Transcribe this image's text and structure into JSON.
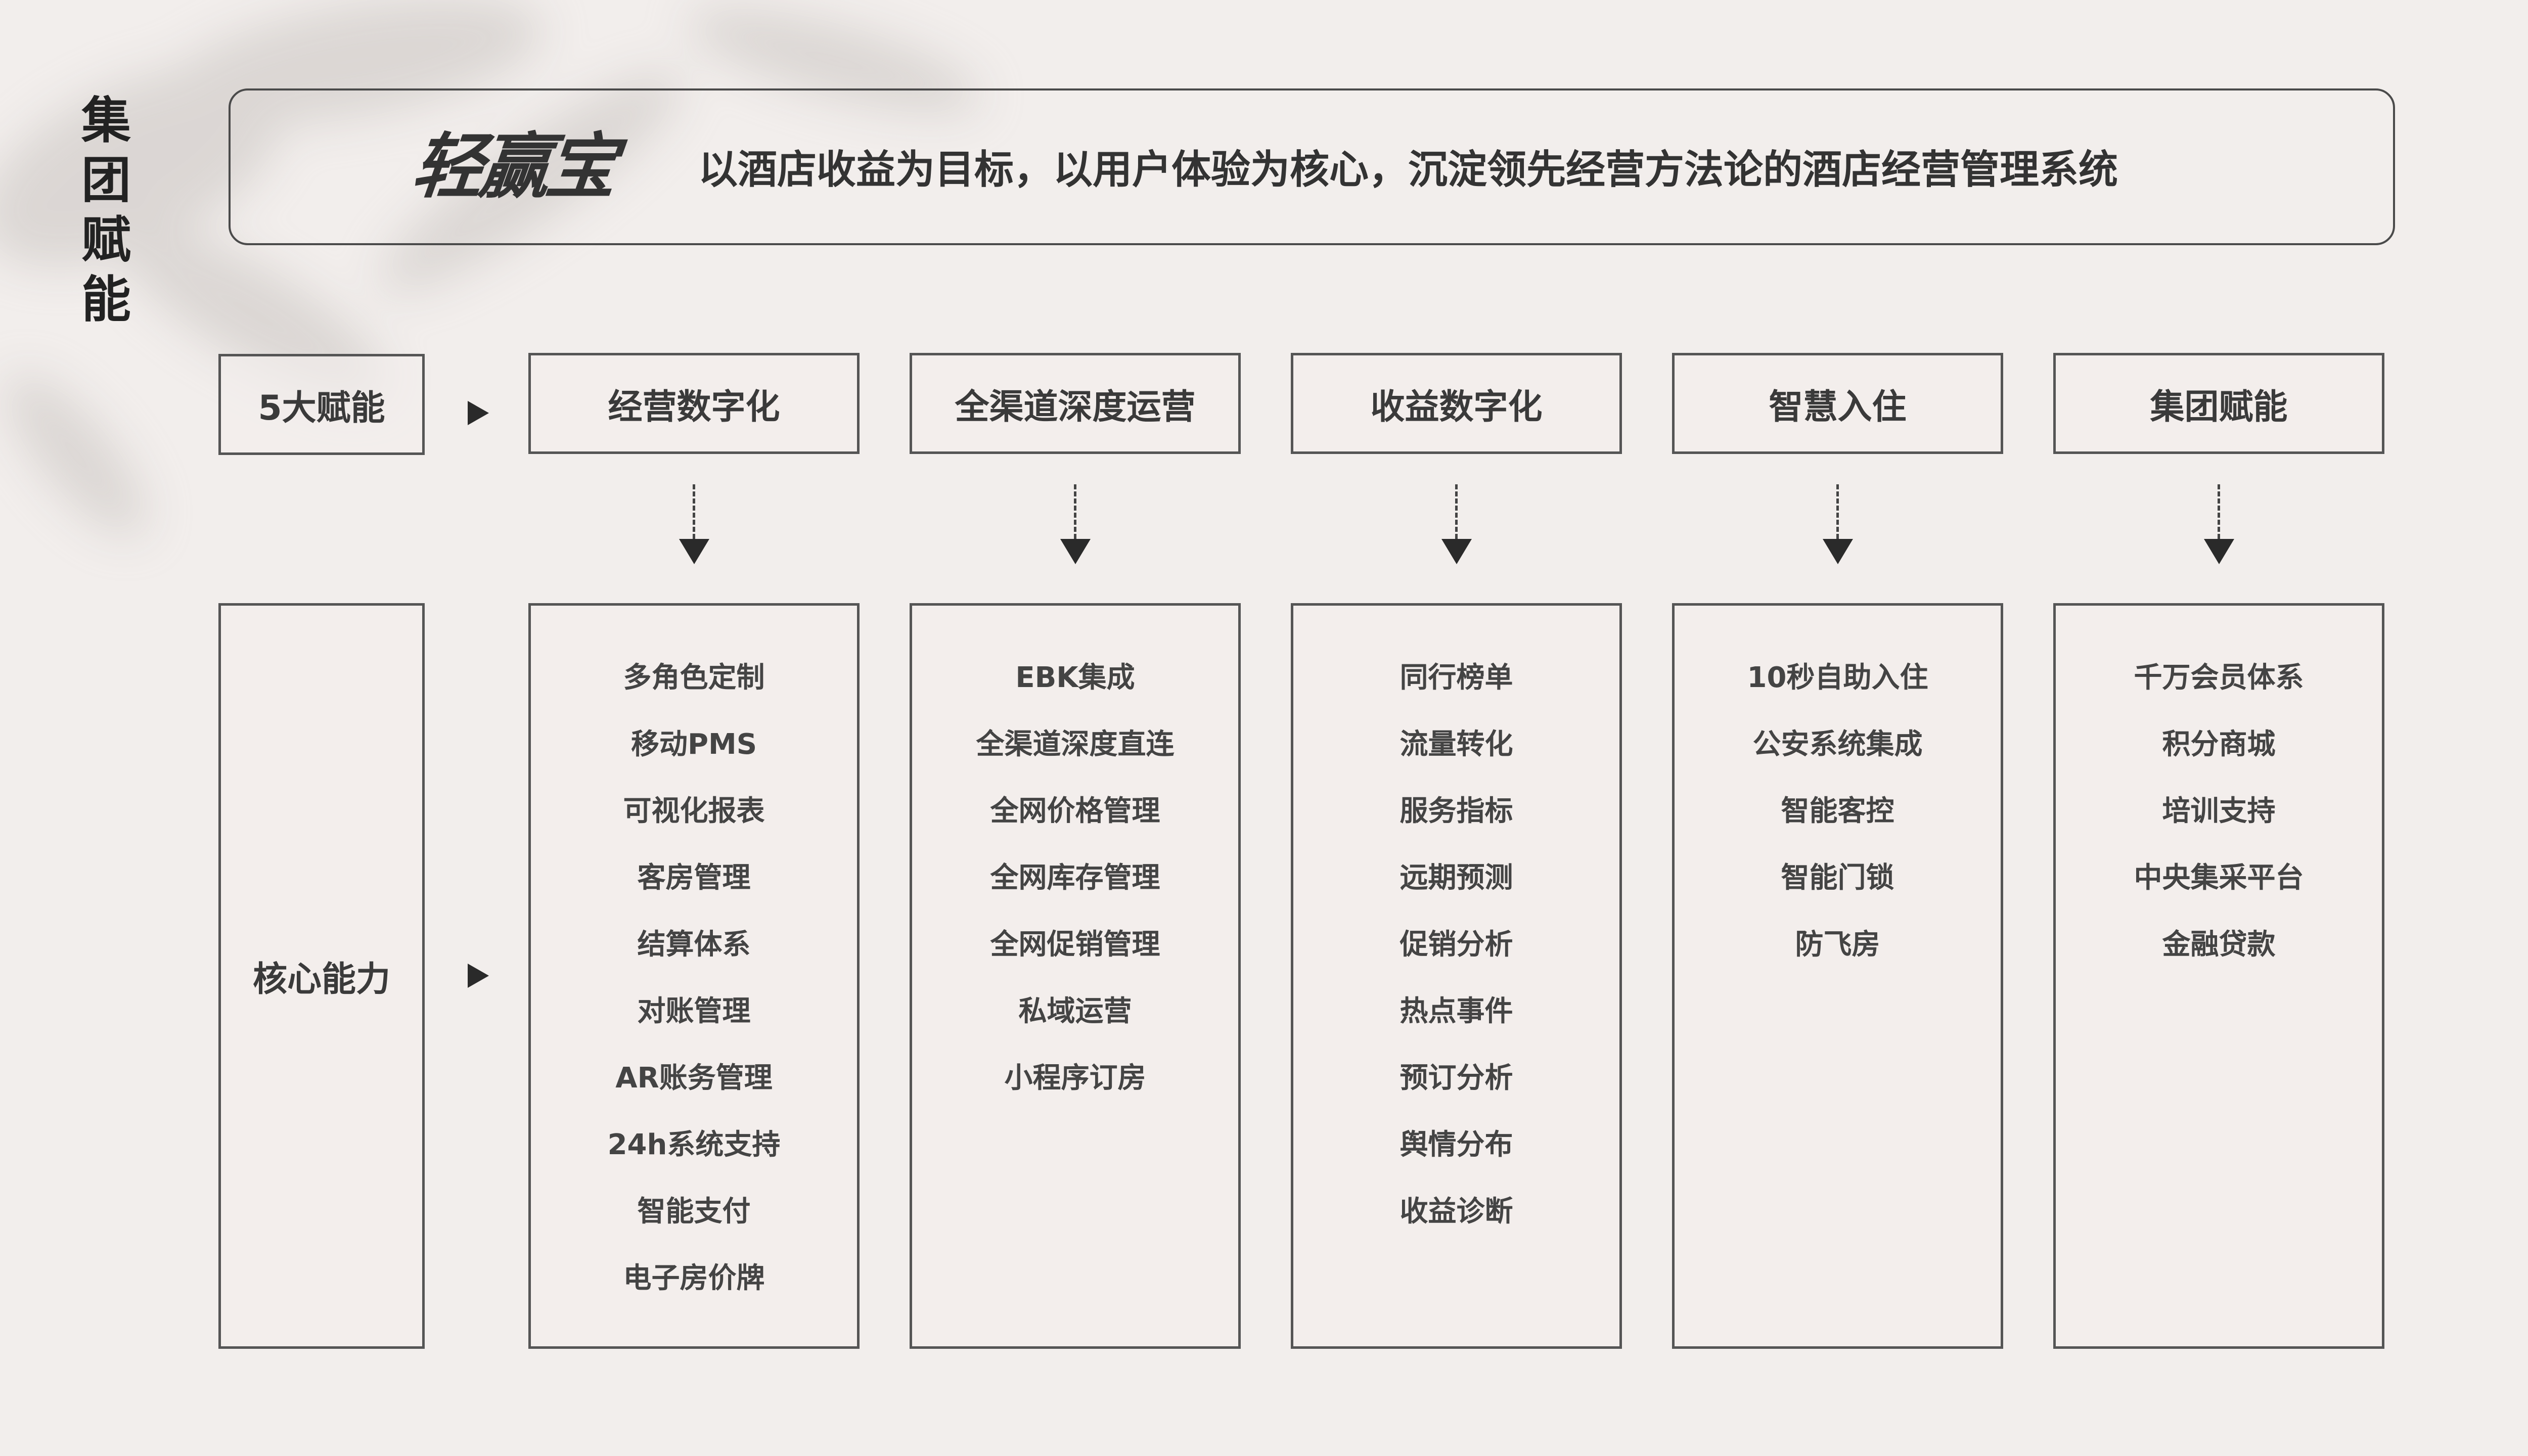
{
  "side_title": [
    "集",
    "团",
    "赋",
    "能"
  ],
  "banner": {
    "logo": "轻赢宝",
    "tagline": "以酒店收益为目标，以用户体验为核心，沉淀领先经营方法论的酒店经营管理系统"
  },
  "rows": {
    "top_label": "5大赋能",
    "bottom_label": "核心能力"
  },
  "columns": [
    {
      "header": "经营数字化",
      "items": [
        "多角色定制",
        "移动PMS",
        "可视化报表",
        "客房管理",
        "结算体系",
        "对账管理",
        "AR账务管理",
        "24h系统支持",
        "智能支付",
        "电子房价牌"
      ]
    },
    {
      "header": "全渠道深度运营",
      "items": [
        "EBK集成",
        "全渠道深度直连",
        "全网价格管理",
        "全网库存管理",
        "全网促销管理",
        "私域运营",
        "小程序订房"
      ]
    },
    {
      "header": "收益数字化",
      "items": [
        "同行榜单",
        "流量转化",
        "服务指标",
        "远期预测",
        "促销分析",
        "热点事件",
        "预订分析",
        "舆情分布",
        "收益诊断"
      ]
    },
    {
      "header": "智慧入住",
      "items": [
        "10秒自助入住",
        "公安系统集成",
        "智能客控",
        "智能门锁",
        "防飞房"
      ]
    },
    {
      "header": "集团赋能",
      "items": [
        "千万会员体系",
        "积分商城",
        "培训支持",
        "中央集采平台",
        "金融贷款"
      ]
    }
  ]
}
